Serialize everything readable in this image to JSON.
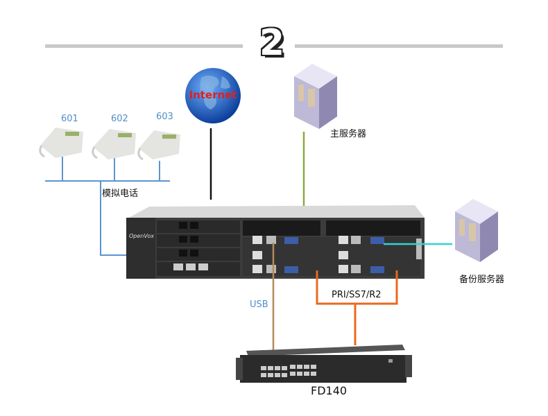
{
  "step_number": "2",
  "nodes": {
    "internet": {
      "label": "Internet"
    },
    "main_server": {
      "label": "主服务器"
    },
    "backup_server": {
      "label": "备份服务器"
    },
    "analog_phones": {
      "label": "模拟电话",
      "extensions": [
        "601",
        "602",
        "603"
      ]
    },
    "gateway": {
      "brand": "OpenVox"
    },
    "fd140": {
      "label": "FD140"
    }
  },
  "links": {
    "usb": {
      "label": "USB",
      "color": "#b58a5a"
    },
    "pri": {
      "label": "PRI/SS7/R2",
      "color": "#e8691e"
    },
    "main_server_link": {
      "color": "#8aaa3c"
    },
    "backup_server_link": {
      "color": "#2fd4d4"
    },
    "phone_bus": {
      "color": "#5b94cf"
    },
    "internet_link": {
      "color": "#111111"
    }
  }
}
